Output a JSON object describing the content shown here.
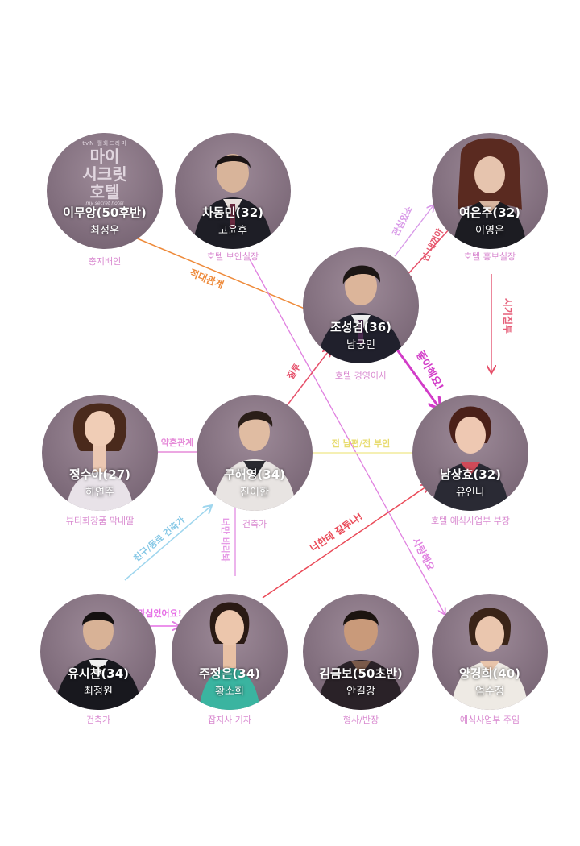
{
  "logo": {
    "small": "tvN 월화드라마",
    "line1": "마이",
    "line2": "시크릿",
    "line3": "호텔",
    "sub": "my secret hotel"
  },
  "nodes": [
    {
      "id": "lee",
      "name": "이무앙(50후반)",
      "actor": "최정우",
      "role": "총지배인"
    },
    {
      "id": "cha",
      "name": "차동민(32)",
      "actor": "고윤후",
      "role": "호텔 보안실장"
    },
    {
      "id": "yeo",
      "name": "여은주(32)",
      "actor": "이영은",
      "role": "호텔 홍보실장"
    },
    {
      "id": "jo",
      "name": "조성겸(36)",
      "actor": "남궁민",
      "role": "호텔 경영이사"
    },
    {
      "id": "jeong",
      "name": "정수아(27)",
      "actor": "하연주",
      "role": "뷰티화장품 막내딸"
    },
    {
      "id": "gu",
      "name": "구해영(34)",
      "actor": "진이한",
      "role": "건축가"
    },
    {
      "id": "nam",
      "name": "남상효(32)",
      "actor": "유인나",
      "role": "호텔 예식사업부 부장"
    },
    {
      "id": "yu",
      "name": "유시찬(34)",
      "actor": "최정원",
      "role": "건축가"
    },
    {
      "id": "ju",
      "name": "주정은(34)",
      "actor": "황소희",
      "role": "잡지사 기자"
    },
    {
      "id": "kim",
      "name": "김금보(50초반)",
      "actor": "안길강",
      "role": "형사/반장"
    },
    {
      "id": "yang",
      "name": "양경희(40)",
      "actor": "엄수정",
      "role": "예식사업부 주임"
    }
  ],
  "edges": [
    {
      "id": "lee-jo",
      "label": "적대관계",
      "color": "#ee8a3a"
    },
    {
      "id": "cha-yang",
      "label": "사랑해요",
      "color": "#e080e0"
    },
    {
      "id": "jo-yeo",
      "label": "관심있소",
      "color": "#d899e8"
    },
    {
      "id": "yeo-jo",
      "label": "넌 내꺼야",
      "color": "#e65a70"
    },
    {
      "id": "yeo-nam",
      "label": "시기질투",
      "color": "#e6607a"
    },
    {
      "id": "jo-nam",
      "label": "좋아해요!",
      "color": "#d23cc8"
    },
    {
      "id": "gu-jo",
      "label": "질투",
      "color": "#e6506a"
    },
    {
      "id": "jeong-gu",
      "label": "약혼관계",
      "color": "#e58ad8"
    },
    {
      "id": "gu-nam",
      "label": "전 남편/전 부인",
      "color": "#f2ec9c"
    },
    {
      "id": "yu-gu",
      "label": "친구/동료 건축가",
      "color": "#9fd6ee"
    },
    {
      "id": "ju-gu",
      "label": "너만 바라봐",
      "color": "#e69ae6"
    },
    {
      "id": "ju-nam",
      "label": "너한테 질투나!",
      "color": "#ea4a58"
    },
    {
      "id": "yu-ju",
      "label": "관심있어요!",
      "color": "#e66ee6"
    }
  ]
}
